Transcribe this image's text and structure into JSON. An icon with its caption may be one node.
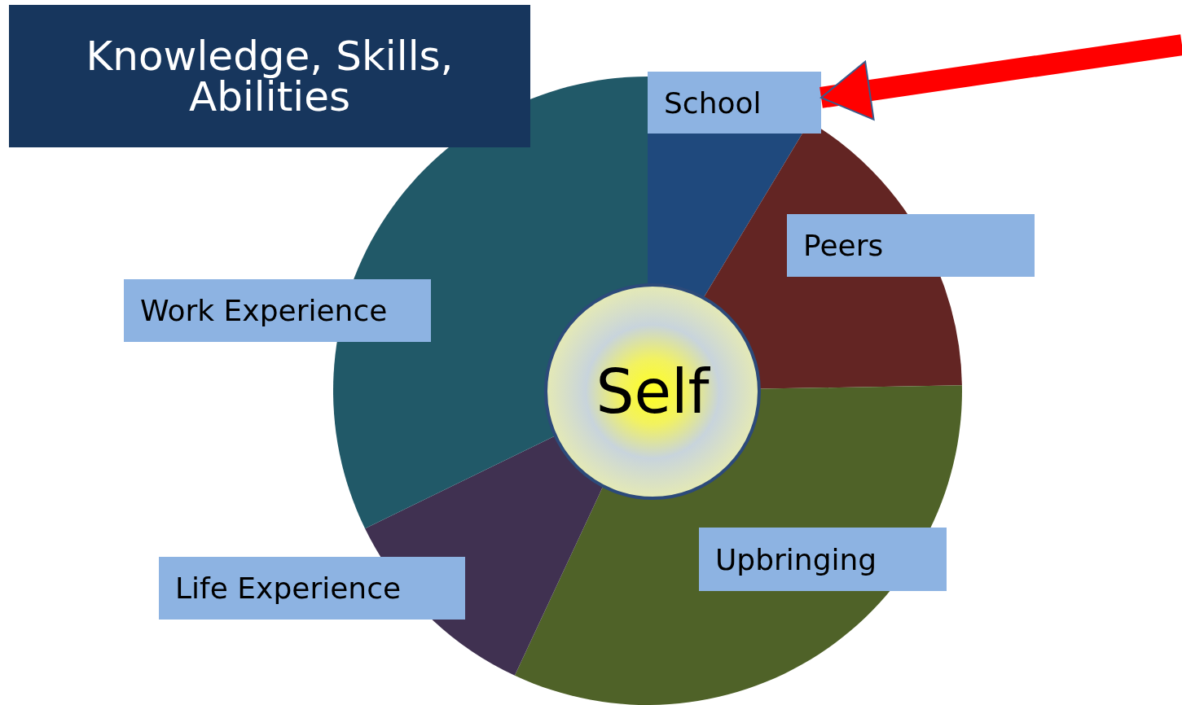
{
  "diagram": {
    "nodes": [
      {
        "text": [
          "Knowledge, Skills, Abilities"
        ]
      },
      {
        "text": [
          "School"
        ]
      },
      {
        "text": [
          "Peers"
        ]
      },
      {
        "text": [
          "Work Experience"
        ]
      },
      {
        "text": [
          "Self"
        ]
      },
      {
        "text": [
          "Upbringing"
        ]
      },
      {
        "text": [
          "Life Experience"
        ]
      }
    ],
    "edges": [
      {
        "from": null,
        "to": 1,
        "arrow": "to",
        "color": "#ff0000"
      }
    ]
  }
}
